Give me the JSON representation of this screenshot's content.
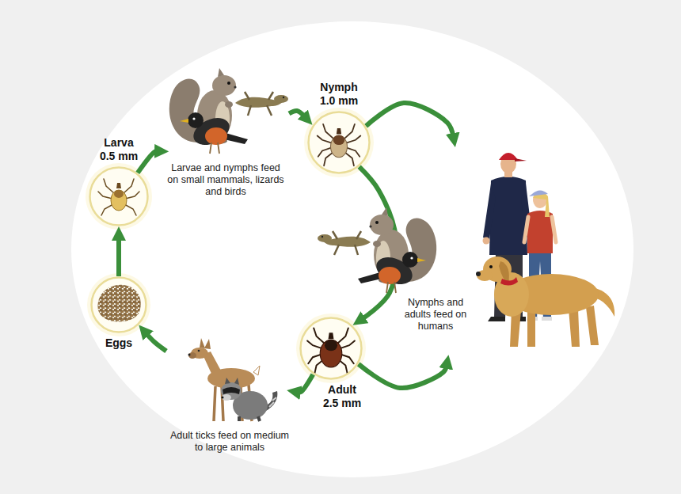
{
  "diagram": {
    "nodes": [
      {
        "text": [
          "Larva 0.5 mm"
        ]
      },
      {
        "text": [
          "Larvae and nymphs feed on small mammals, lizards and birds"
        ]
      },
      {
        "text": [
          "Nymph 1.0 mm"
        ]
      },
      {
        "text": [
          "Nymphs and adults feed on humans"
        ]
      },
      {
        "text": [
          "Adult 2.5 mm"
        ]
      },
      {
        "text": [
          "Adult ticks feed on medium to large animals"
        ]
      },
      {
        "text": [
          "Eggs"
        ]
      }
    ],
    "edges": [
      {
        "from": 0,
        "to": 1,
        "arrow": "to"
      },
      {
        "from": 1,
        "to": 2,
        "arrow": "to"
      },
      {
        "from": 2,
        "to": 4,
        "arrow": "to"
      },
      {
        "from": 2,
        "to": 3,
        "arrow": "to"
      },
      {
        "from": 4,
        "to": 3,
        "arrow": "to"
      },
      {
        "from": 4,
        "to": 5,
        "arrow": "to"
      },
      {
        "from": 5,
        "to": 6,
        "arrow": "to"
      },
      {
        "from": 6,
        "to": 0,
        "arrow": "to"
      }
    ]
  }
}
